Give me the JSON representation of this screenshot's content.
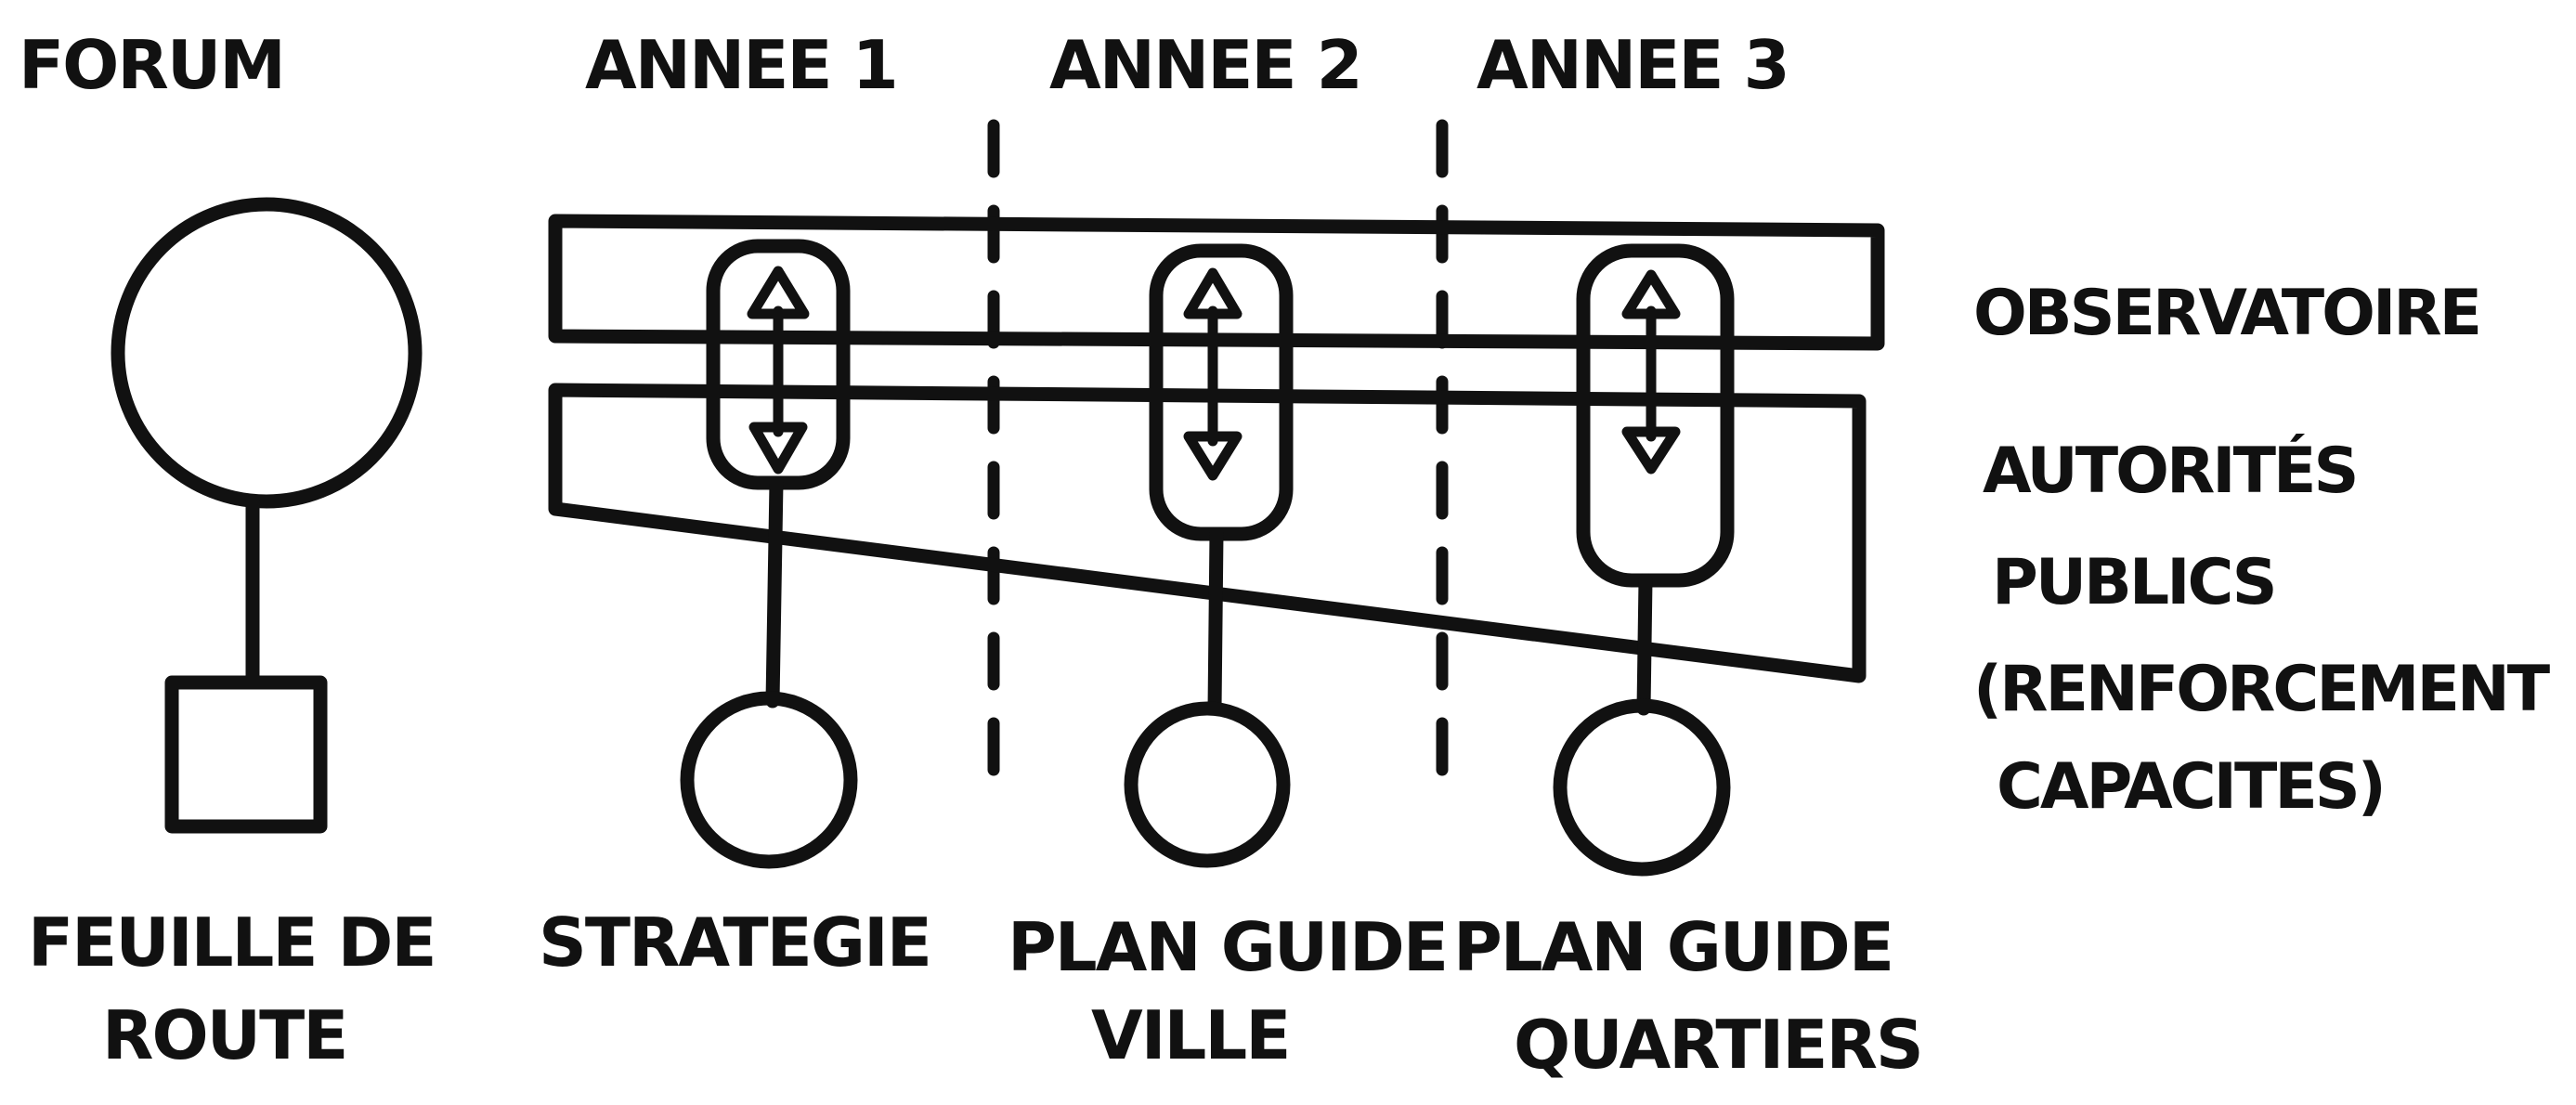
{
  "header": {
    "forum": "FORUM",
    "year1": "ANNEE 1",
    "year2": "ANNEE 2",
    "year3": "ANNEE 3"
  },
  "side_labels": {
    "observatoire": "OBSERVATOIRE",
    "autorites_line1": "AUTORITÉS",
    "autorites_line2": "PUBLICS",
    "autorites_line3": "(RENFORCEMENT",
    "autorites_line4": "CAPACITES)"
  },
  "bottom_labels": {
    "feuille_line1": "FEUILLE DE",
    "feuille_line2": "ROUTE",
    "strategie": "STRATEGIE",
    "plan_ville_line1": "PLAN GUIDE",
    "plan_ville_line2": "VILLE",
    "plan_quartiers_line1": "PLAN GUIDE",
    "plan_quartiers_line2": "QUARTIERS"
  },
  "colors": {
    "ink": "#111111",
    "paper": "#ffffff"
  }
}
